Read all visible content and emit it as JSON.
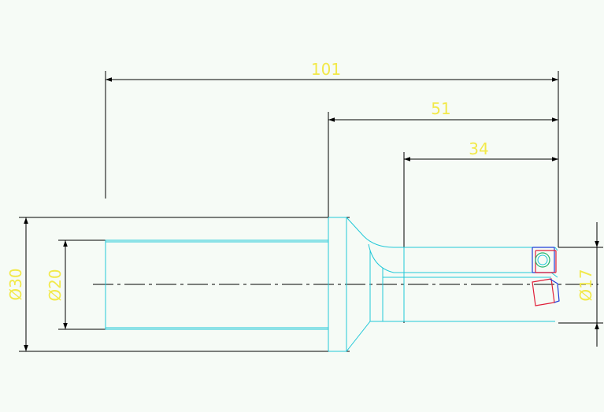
{
  "dimensions": {
    "overall_length": "101",
    "mid_length": "51",
    "tip_length": "34",
    "diameter_body": "Ø30",
    "diameter_shank": "Ø20",
    "diameter_tip": "Ø17"
  },
  "colors": {
    "background": "#f6fbf6",
    "dimension_text": "#f2e94a",
    "outline": "#22c8d8",
    "dimension_lines": "#000000",
    "insert_top": "#1f3cd8",
    "insert_bottom": "#e0203a"
  }
}
